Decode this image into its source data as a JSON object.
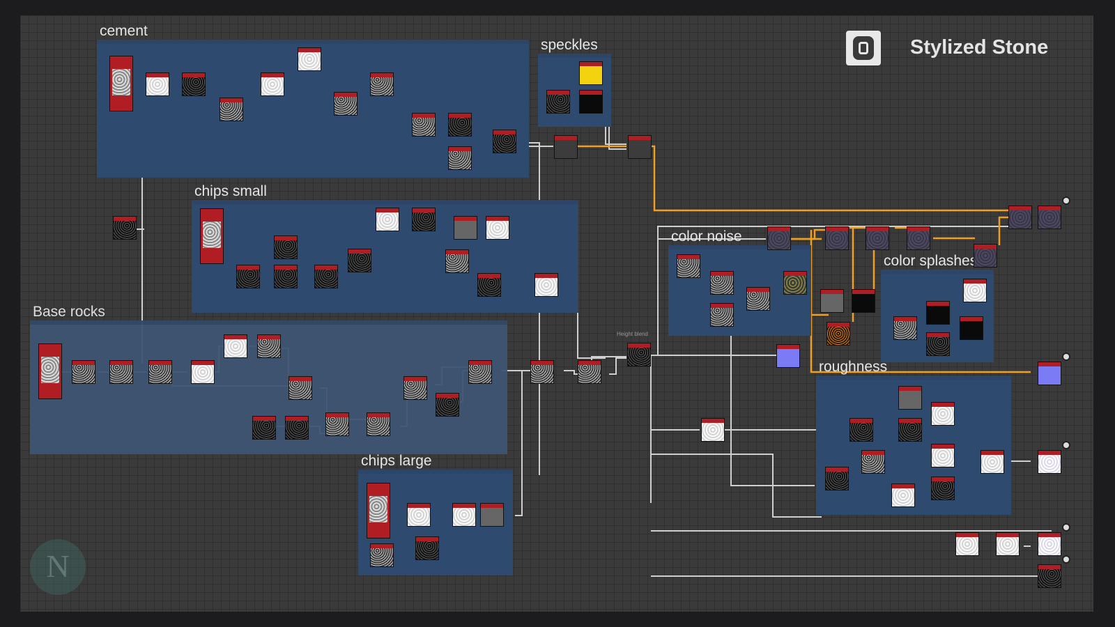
{
  "title": "Stylized Stone",
  "frames": {
    "cement": "cement",
    "speckles": "speckles",
    "chips_small": "chips small",
    "base_rocks": "Base rocks",
    "chips_large": "chips large",
    "color_noise": "color noise",
    "color_splashes": "color splashes",
    "roughness": "roughness"
  },
  "node_labels": {
    "height_blend": "Height blend"
  },
  "watermark": "N",
  "colors": {
    "frame_blue": "#2e4a6e",
    "wire_white": "#cfcfcf",
    "wire_orange": "#f0a020",
    "canvas": "#3a3a3a"
  }
}
